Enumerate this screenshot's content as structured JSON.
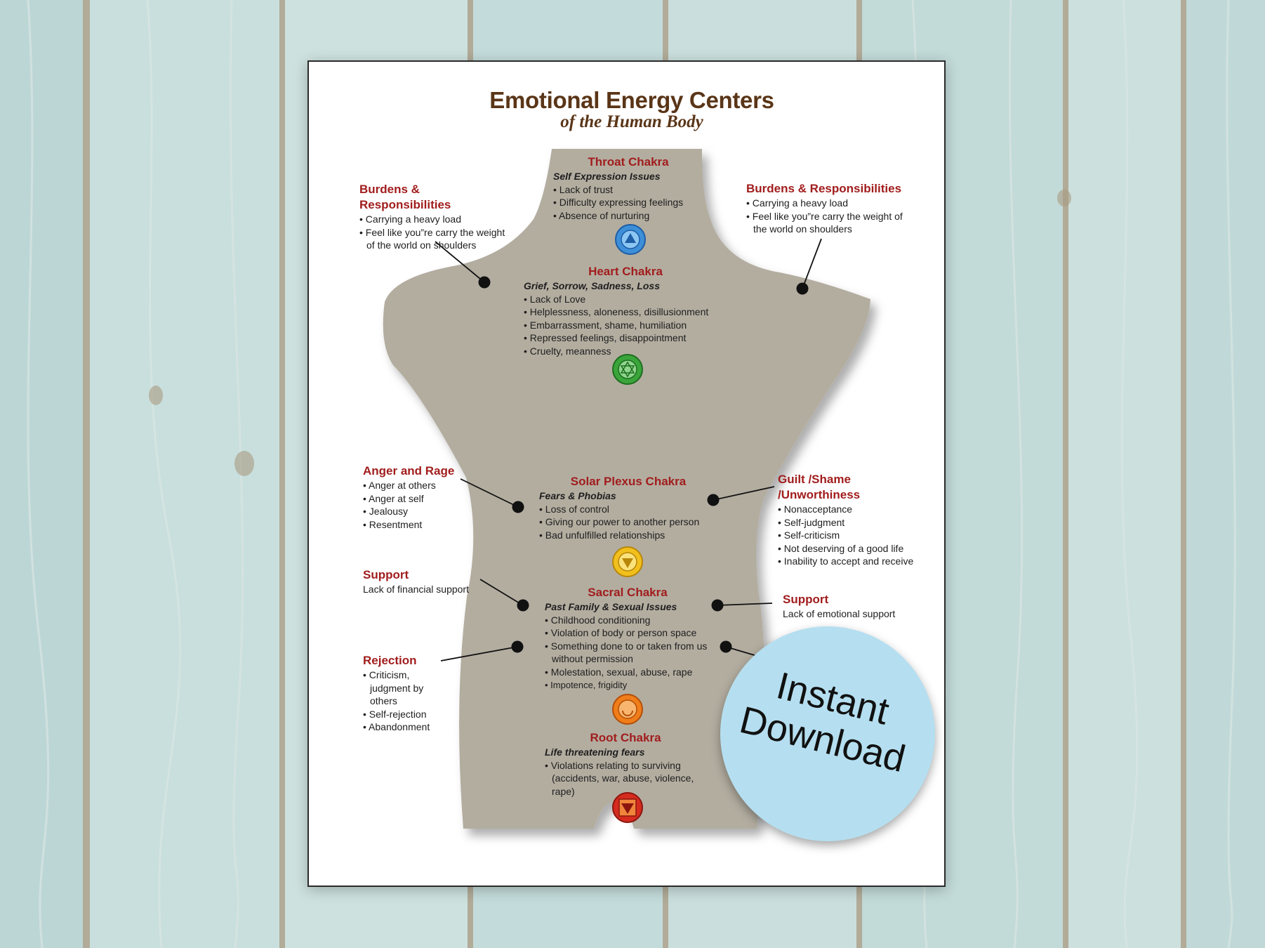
{
  "title": "Emotional Energy Centers",
  "subtitle": "of the Human Body",
  "badge": "Instant Download",
  "colors": {
    "heading": "#a11d1d",
    "title": "#5a3517",
    "body_fill": "#b3ada0",
    "badge": "#b5dff0"
  },
  "chakras": [
    {
      "name": "Throat Chakra",
      "subtitle": "Self Expression Issues",
      "items": [
        "Lack of trust",
        "Difficulty expressing feelings",
        "Absence of nurturing"
      ],
      "icon": "throat-chakra-icon",
      "color": "#3d8fd8"
    },
    {
      "name": "Heart Chakra",
      "subtitle": "Grief, Sorrow, Sadness, Loss",
      "items": [
        "Lack of Love",
        "Helplessness, aloneness, disillusionment",
        "Embarrassment, shame, humiliation",
        "Repressed feelings, disappointment",
        "Cruelty, meanness"
      ],
      "icon": "heart-chakra-icon",
      "color": "#3aa53a"
    },
    {
      "name": "Solar Plexus Chakra",
      "subtitle": "Fears & Phobias",
      "items": [
        "Loss of control",
        "Giving our power to another person",
        "Bad unfulfilled relationships"
      ],
      "icon": "solar-plexus-chakra-icon",
      "color": "#f2c01d"
    },
    {
      "name": "Sacral Chakra",
      "subtitle": "Past Family & Sexual Issues",
      "items": [
        "Childhood conditioning",
        "Violation of body or person space",
        "Something done to or taken from us without permission",
        "Molestation, sexual, abuse, rape",
        "Impotence, frigidity"
      ],
      "icon": "sacral-chakra-icon",
      "color": "#ef7d1a"
    },
    {
      "name": "Root Chakra",
      "subtitle": "Life threatening fears",
      "items": [
        "Violations relating to surviving (accidents, war, abuse, violence, rape)"
      ],
      "icon": "root-chakra-icon",
      "color": "#d62b1f"
    }
  ],
  "callouts": {
    "burdens_left": {
      "title": "Burdens & Responsibilities",
      "items": [
        "Carrying a heavy load",
        "Feel like you”re carry the weight of the world on shoulders"
      ]
    },
    "burdens_right": {
      "title": "Burdens & Responsibilities",
      "items": [
        "Carrying a heavy load",
        "Feel like you”re carry the weight of the world on shoulders"
      ]
    },
    "anger": {
      "title": "Anger and Rage",
      "items": [
        "Anger at others",
        "Anger at self",
        "Jealousy",
        "Resentment"
      ]
    },
    "guilt": {
      "title": "Guilt /Shame /Unworthiness",
      "items": [
        "Nonacceptance",
        "Self-judgment",
        "Self-criticism",
        "Not deserving of a good life",
        "Inability to accept and receive"
      ]
    },
    "support_left": {
      "title": "Support",
      "text": "Lack of financial support"
    },
    "support_right": {
      "title": "Support",
      "text": "Lack of emotional support"
    },
    "rejection": {
      "title": "Rejection",
      "items": [
        "Criticism, judgment by others",
        "Self-rejection",
        "Abandonment"
      ]
    }
  }
}
